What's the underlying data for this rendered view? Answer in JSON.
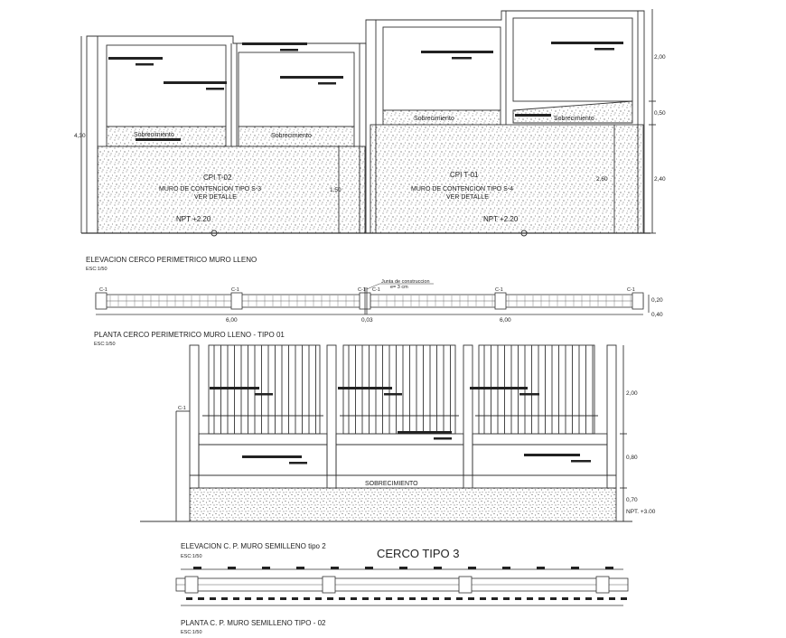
{
  "top_elevation": {
    "caption": "ELEVACION CERCO PERIMETRICO MURO LLENO",
    "scale": "ESC:1/50",
    "left_wall": {
      "tag": "CPI T-02",
      "note1": "MURO DE CONTENCION TIPO S-3",
      "note2": "VER DETALLE",
      "level": "NPT +2.20",
      "plinth": "Sobrecimiento",
      "height": "4,30",
      "dim": "1,50"
    },
    "right_wall": {
      "tag": "CPI T-01",
      "note1": "MURO DE CONTENCION TIPO S-4",
      "note2": "VER DETALLE",
      "level": "NPT +2.20",
      "plinth": "Sobrecimiento",
      "plinth2": "Sobrecimiento",
      "dim": "2,60"
    },
    "dims_right": [
      "2,00",
      "0,50",
      "2,40"
    ]
  },
  "plan_one": {
    "caption": "PLANTA CERCO PERIMETRICO MURO LLENO - TIPO 01",
    "scale": "ESC:1/50",
    "joint": "Junta de construccion",
    "joint2": "e= 3 cm",
    "col_tags": [
      "C-1",
      "C-1",
      "C-1",
      "C-1",
      "C-1",
      "C-1"
    ],
    "dims_bottom": [
      "6,00",
      "0,03",
      "6,00"
    ],
    "dims_right": [
      "0,20",
      "0,40"
    ]
  },
  "mid_elevation": {
    "plinth": "SOBRECIMIENTO",
    "col_tag": "C-1",
    "dims_right": [
      "2,00",
      "0,80",
      "0,70"
    ],
    "level": "NPT. +3.00"
  },
  "bottom": {
    "caption": "ELEVACION C. P. MURO SEMILLENO tipo 2",
    "scale1": "ESC:1/50",
    "title": "CERCO TIPO 3",
    "caption2": "PLANTA C. P. MURO SEMILLENO TIPO - 02",
    "scale2": "ESC:1/50"
  }
}
